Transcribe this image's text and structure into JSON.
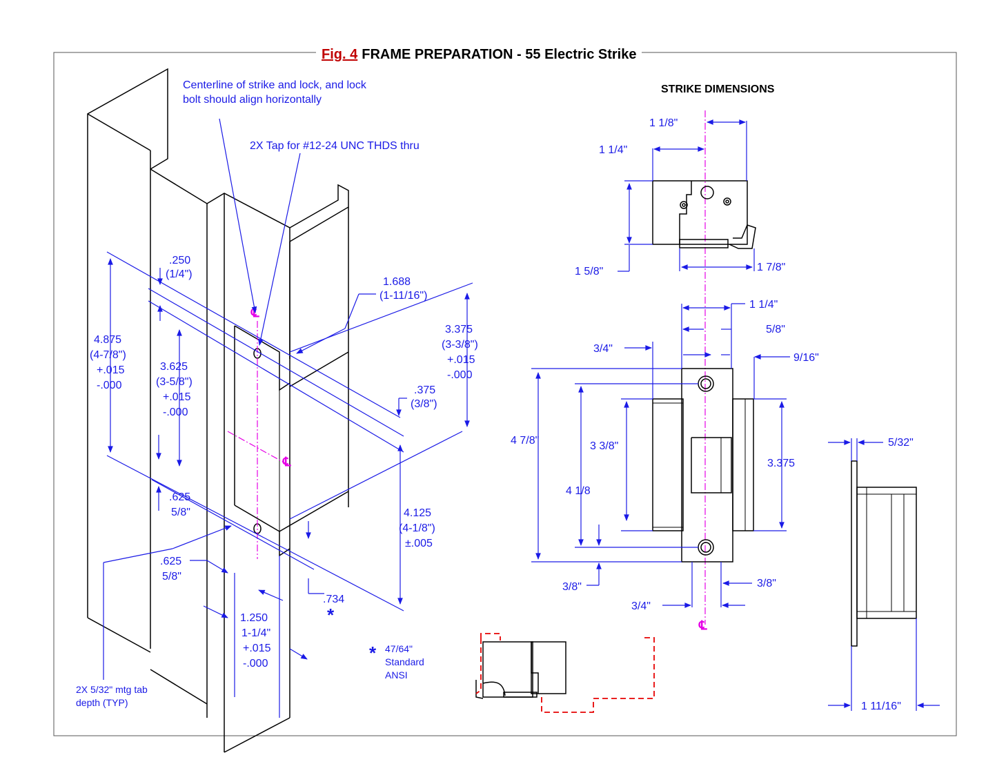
{
  "title": {
    "fig_label": "Fig. 4",
    "text": "FRAME PREPARATION - 55 Electric Strike"
  },
  "strike_dimensions_heading": "STRIKE DIMENSIONS",
  "notes": {
    "centerline_1": "Centerline of strike and lock, and lock",
    "centerline_2": "bolt should align horizontally",
    "tap": "2X Tap for #12-24 UNC THDS thru",
    "mtg_tab_1": "2X 5/32\" mtg tab",
    "mtg_tab_2": "depth (TYP)",
    "std_1": "47/64\"",
    "std_2": "Standard",
    "std_3": "ANSI"
  },
  "frame_dims": {
    "d250a": ".250",
    "d250b": "(1/4\")",
    "d1688a": "1.688",
    "d1688b": "(1-11/16\")",
    "d4875a": "4.875",
    "d4875b": "(4-7/8\")",
    "d4875c": "+.015",
    "d4875d": "-.000",
    "d3625a": "3.625",
    "d3625b": "(3-5/8\")",
    "d3625c": "+.015",
    "d3625d": "-.000",
    "d3375a": "3.375",
    "d3375b": "(3-3/8\")",
    "d3375c": "+.015",
    "d3375d": "-.000",
    "d375a": ".375",
    "d375b": "(3/8\")",
    "d4125a": "4.125",
    "d4125b": "(4-1/8\")",
    "d4125c": "±.005",
    "d625a1": ".625",
    "d625b1": "5/8\"",
    "d625a2": ".625",
    "d625b2": "5/8\"",
    "d734": ".734",
    "d1250a": "1.250",
    "d1250b": "1-1/4\"",
    "d1250c": "+.015",
    "d1250d": "-.000"
  },
  "strike_dims": {
    "top_118": "1 1/8\"",
    "top_114": "1 1/4\"",
    "top_158": "1 5/8\"",
    "top_178": "1 7/8\"",
    "front_114": "1 1/4\"",
    "front_58": "5/8\"",
    "front_34a": "3/4\"",
    "front_916": "9/16\"",
    "front_478": "4 7/8\"",
    "front_338": "3 3/8\"",
    "front_3375": "3.375",
    "front_418": "4 1/8",
    "front_38a": "3/8\"",
    "front_38b": "3/8\"",
    "front_34b": "3/4\"",
    "side_532": "5/32\"",
    "side_11116": "1 11/16\""
  },
  "centerline_symbol": "℄",
  "colors": {
    "dimension": "#1a1ae6",
    "centerline": "#e600e6",
    "fig_label": "#c00000",
    "hidden": "#e60000"
  }
}
